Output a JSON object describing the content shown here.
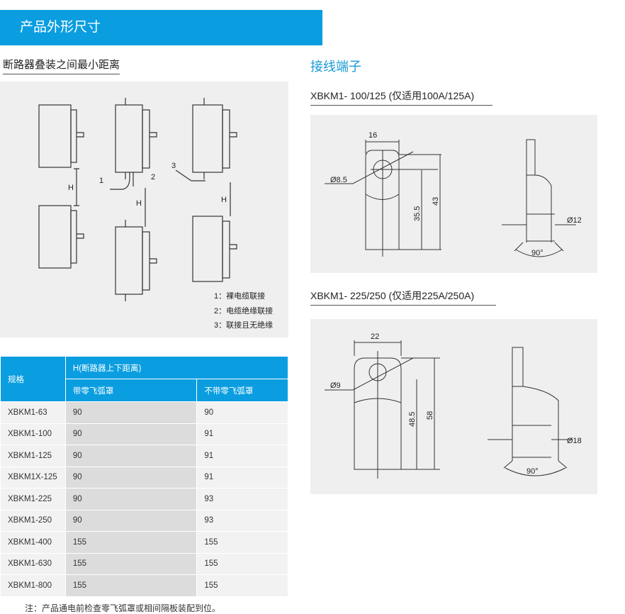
{
  "banner": {
    "title": "产品外形尺寸"
  },
  "left": {
    "heading": "断路器叠装之间最小距离",
    "diagram": {
      "h": "H",
      "n1": "1",
      "n2": "2",
      "n3": "3"
    },
    "legend": [
      "1：裸电缆联接",
      "2：电缆绝缘联接",
      "3：联接且无绝缘"
    ]
  },
  "table": {
    "col_spec": "规格",
    "col_group": "H(断路器上下距离)",
    "col_with": "带零飞弧罩",
    "col_without": "不带零飞弧罩",
    "rows": [
      [
        "XBKM1-63",
        "90",
        "90"
      ],
      [
        "XBKM1-100",
        "90",
        "91"
      ],
      [
        "XBKM1-125",
        "90",
        "91"
      ],
      [
        "XBKM1X-125",
        "90",
        "91"
      ],
      [
        "XBKM1-225",
        "90",
        "93"
      ],
      [
        "XBKM1-250",
        "90",
        "93"
      ],
      [
        "XBKM1-400",
        "155",
        "155"
      ],
      [
        "XBKM1-630",
        "155",
        "155"
      ],
      [
        "XBKM1-800",
        "155",
        "155"
      ]
    ]
  },
  "note": "注：产品通电前检查零飞弧罩或相间隔板装配到位。",
  "right": {
    "heading": "接线端子",
    "t1": {
      "title": "XBKM1- 100/125 (仅适用100A/125A)",
      "w": "16",
      "d": "Ø8.5",
      "h1": "35.5",
      "h2": "43",
      "d2": "Ø12",
      "ang": "90°"
    },
    "t2": {
      "title": "XBKM1- 225/250 (仅适用225A/250A)",
      "w": "22",
      "d": "Ø9",
      "h1": "48.5",
      "h2": "58",
      "d2": "Ø18",
      "ang": "90°"
    }
  }
}
